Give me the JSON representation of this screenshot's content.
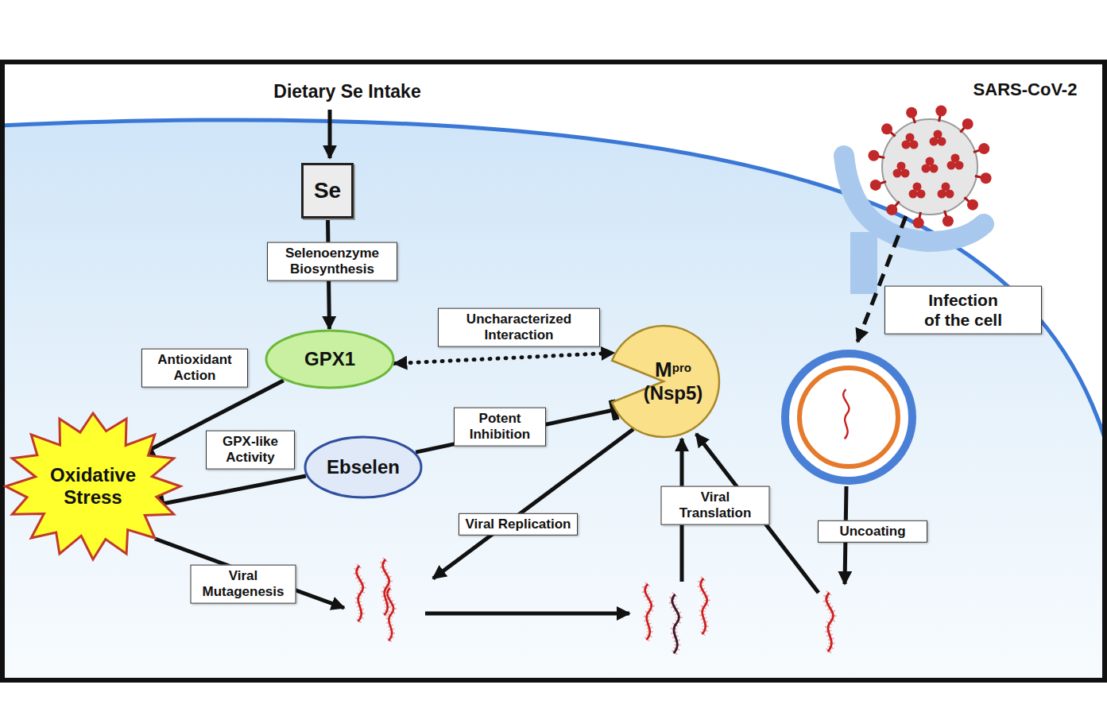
{
  "diagram": {
    "nodes": [
      {
        "text": [
          "Se"
        ]
      },
      {
        "text": [
          "GPX1"
        ]
      },
      {
        "text": [
          "Ebselen"
        ]
      },
      {
        "text": [
          "Oxidative Stress"
        ]
      },
      {
        "text": [
          "M",
          "pro",
          "(Nsp5)"
        ]
      }
    ],
    "edges": [
      {
        "from": 0,
        "to": 1,
        "label": "Selenoenzyme Biosynthesis",
        "arrow": "to"
      },
      {
        "from": 1,
        "to": 4,
        "label": "Uncharacterized Interaction",
        "arrow": "both"
      },
      {
        "from": 1,
        "to": 3,
        "label": "Antioxidant Action",
        "arrow": "to"
      },
      {
        "from": 2,
        "to": 3,
        "label": "GPX-like Activity",
        "arrow": "to"
      },
      {
        "from": 2,
        "to": 4,
        "label": "Potent Inhibition",
        "arrow": "to"
      }
    ],
    "labels": [
      "Dietary Se Intake",
      "SARS-CoV-2",
      "Infection of the cell",
      "Viral Replication",
      "Viral Translation",
      "Viral Mutagenesis",
      "Uncoating"
    ]
  }
}
